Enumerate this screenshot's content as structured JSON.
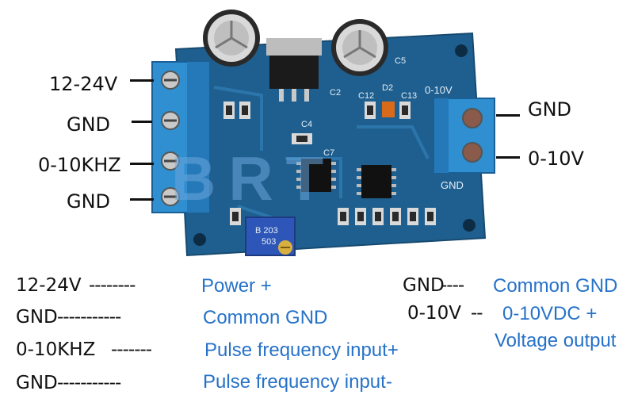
{
  "board": {
    "watermark": "BRT",
    "silkscreen": {
      "c2": "C2",
      "c4": "C4",
      "c5": "C5",
      "c7": "C7",
      "c12": "C12",
      "c13": "C13",
      "d2": "D2",
      "out_range": "0-10V",
      "out_gnd": "GND"
    },
    "pot_marking_1": "B 203",
    "pot_marking_2": "503"
  },
  "pins_left": [
    {
      "label": "12-24V"
    },
    {
      "label": "GND"
    },
    {
      "label": "0-10KHZ"
    },
    {
      "label": "GND"
    }
  ],
  "pins_right": [
    {
      "label": "GND"
    },
    {
      "label": "0-10V"
    }
  ],
  "legend_left": [
    {
      "term": "12-24V",
      "dashes": "--------",
      "desc": "Power +"
    },
    {
      "term": "GND",
      "dashes": "-----------",
      "desc": "Common GND"
    },
    {
      "term": "0-10KHZ",
      "dashes": "-------",
      "desc": "Pulse frequency input+"
    },
    {
      "term": "GND",
      "dashes": "-----------",
      "desc": "Pulse frequency input-"
    }
  ],
  "legend_right": [
    {
      "term": "GND",
      "dashes": "----",
      "desc": "Common GND"
    },
    {
      "term": "0-10V",
      "dashes": "--",
      "desc": "0-10VDC +",
      "desc2": "Voltage output"
    }
  ],
  "colors": {
    "pcb": "#1f5f8f",
    "terminal": "#2f8fd0",
    "legend_text": "#2672c9"
  }
}
